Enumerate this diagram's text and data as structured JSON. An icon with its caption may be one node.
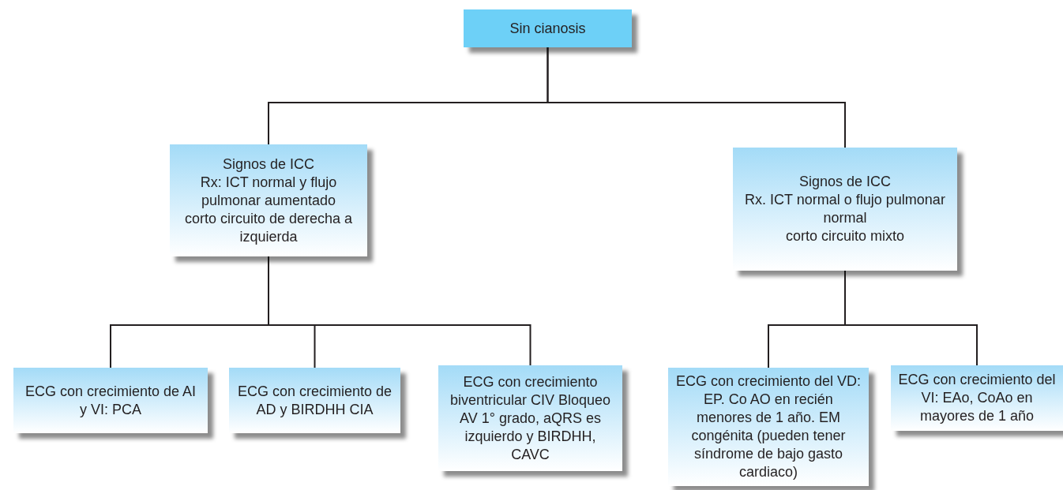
{
  "diagram": {
    "nodes": [
      {
        "text": [
          "Sin cianosis"
        ]
      },
      {
        "text": [
          "Signos de ICC",
          "Rx: ICT normal y flujo pulmonar aumentado",
          "corto circuito de derecha a izquierda"
        ]
      },
      {
        "text": [
          "Signos de ICC",
          "Rx. ICT normal o flujo pulmonar normal",
          "corto circuito mixto"
        ]
      },
      {
        "text": [
          "ECG con crecimiento de AI y VI: PCA"
        ]
      },
      {
        "text": [
          "ECG con crecimiento de AD y BIRDHH CIA"
        ]
      },
      {
        "text": [
          "ECG con crecimiento biventricular CIV Bloqueo AV 1° grado, aQRS es izquierdo y BIRDHH, CAVC"
        ]
      },
      {
        "text": [
          "ECG con crecimiento del VD: EP. Co AO en recién menores de 1 año. EM congénita (pueden tener síndrome de bajo gasto cardiaco)"
        ]
      },
      {
        "text": [
          "ECG con crecimiento del VI: EAo, CoAo en mayores de 1 año"
        ]
      }
    ],
    "edges": [
      {
        "from": 0,
        "to": 1,
        "arrow": "none"
      },
      {
        "from": 0,
        "to": 2,
        "arrow": "none"
      },
      {
        "from": 1,
        "to": 3,
        "arrow": "none"
      },
      {
        "from": 1,
        "to": 4,
        "arrow": "none"
      },
      {
        "from": 1,
        "to": 5,
        "arrow": "none"
      },
      {
        "from": 2,
        "to": 6,
        "arrow": "none"
      },
      {
        "from": 2,
        "to": 7,
        "arrow": "none"
      }
    ]
  }
}
